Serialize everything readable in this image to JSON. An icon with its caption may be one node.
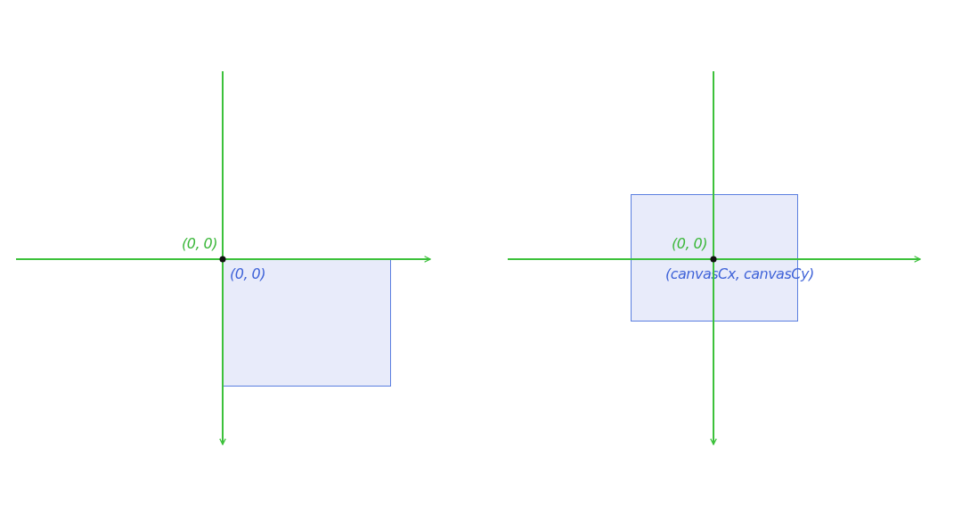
{
  "diagram": {
    "nodes": [
      {
        "text": [
          "(0, 0)"
        ]
      },
      {
        "text": [
          "(canvasCx, canvasCy)"
        ]
      }
    ],
    "labels": [
      "(0, 0)",
      "(0, 0)"
    ]
  }
}
